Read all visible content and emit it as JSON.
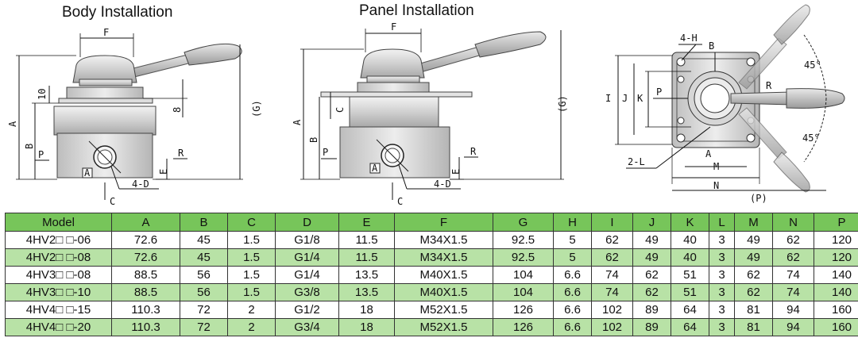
{
  "titles": {
    "body": "Body Installation",
    "panel": "Panel Installation"
  },
  "labels": {
    "F": "F",
    "A": "A",
    "B": "B",
    "C": "C",
    "D4": "4-D",
    "E": "E",
    "P": "P",
    "R": "R",
    "G": "(G)",
    "ten": "10",
    "eight": "8",
    "boxA": "A",
    "H4": "4-H",
    "L2": "2-L",
    "I": "I",
    "J": "J",
    "K": "K",
    "M": "M",
    "N": "N",
    "Pp": "(P)",
    "deg45a": "45°",
    "deg45b": "45°"
  },
  "table": {
    "headers": [
      "Model",
      "A",
      "B",
      "C",
      "D",
      "E",
      "F",
      "G",
      "H",
      "I",
      "J",
      "K",
      "L",
      "M",
      "N",
      "P"
    ],
    "rows": [
      [
        "4HV2□ □-06",
        "72.6",
        "45",
        "1.5",
        "G1/8",
        "11.5",
        "M34X1.5",
        "92.5",
        "5",
        "62",
        "49",
        "40",
        "3",
        "49",
        "62",
        "120"
      ],
      [
        "4HV2□ □-08",
        "72.6",
        "45",
        "1.5",
        "G1/4",
        "11.5",
        "M34X1.5",
        "92.5",
        "5",
        "62",
        "49",
        "40",
        "3",
        "49",
        "62",
        "120"
      ],
      [
        "4HV3□ □-08",
        "88.5",
        "56",
        "1.5",
        "G1/4",
        "13.5",
        "M40X1.5",
        "104",
        "6.6",
        "74",
        "62",
        "51",
        "3",
        "62",
        "74",
        "140"
      ],
      [
        "4HV3□ □-10",
        "88.5",
        "56",
        "1.5",
        "G3/8",
        "13.5",
        "M40X1.5",
        "104",
        "6.6",
        "74",
        "62",
        "51",
        "3",
        "62",
        "74",
        "140"
      ],
      [
        "4HV4□ □-15",
        "110.3",
        "72",
        "2",
        "G1/2",
        "18",
        "M52X1.5",
        "126",
        "6.6",
        "102",
        "89",
        "64",
        "3",
        "81",
        "94",
        "160"
      ],
      [
        "4HV4□ □-20",
        "110.3",
        "72",
        "2",
        "G3/4",
        "18",
        "M52X1.5",
        "126",
        "6.6",
        "102",
        "89",
        "64",
        "3",
        "81",
        "94",
        "160"
      ]
    ]
  }
}
